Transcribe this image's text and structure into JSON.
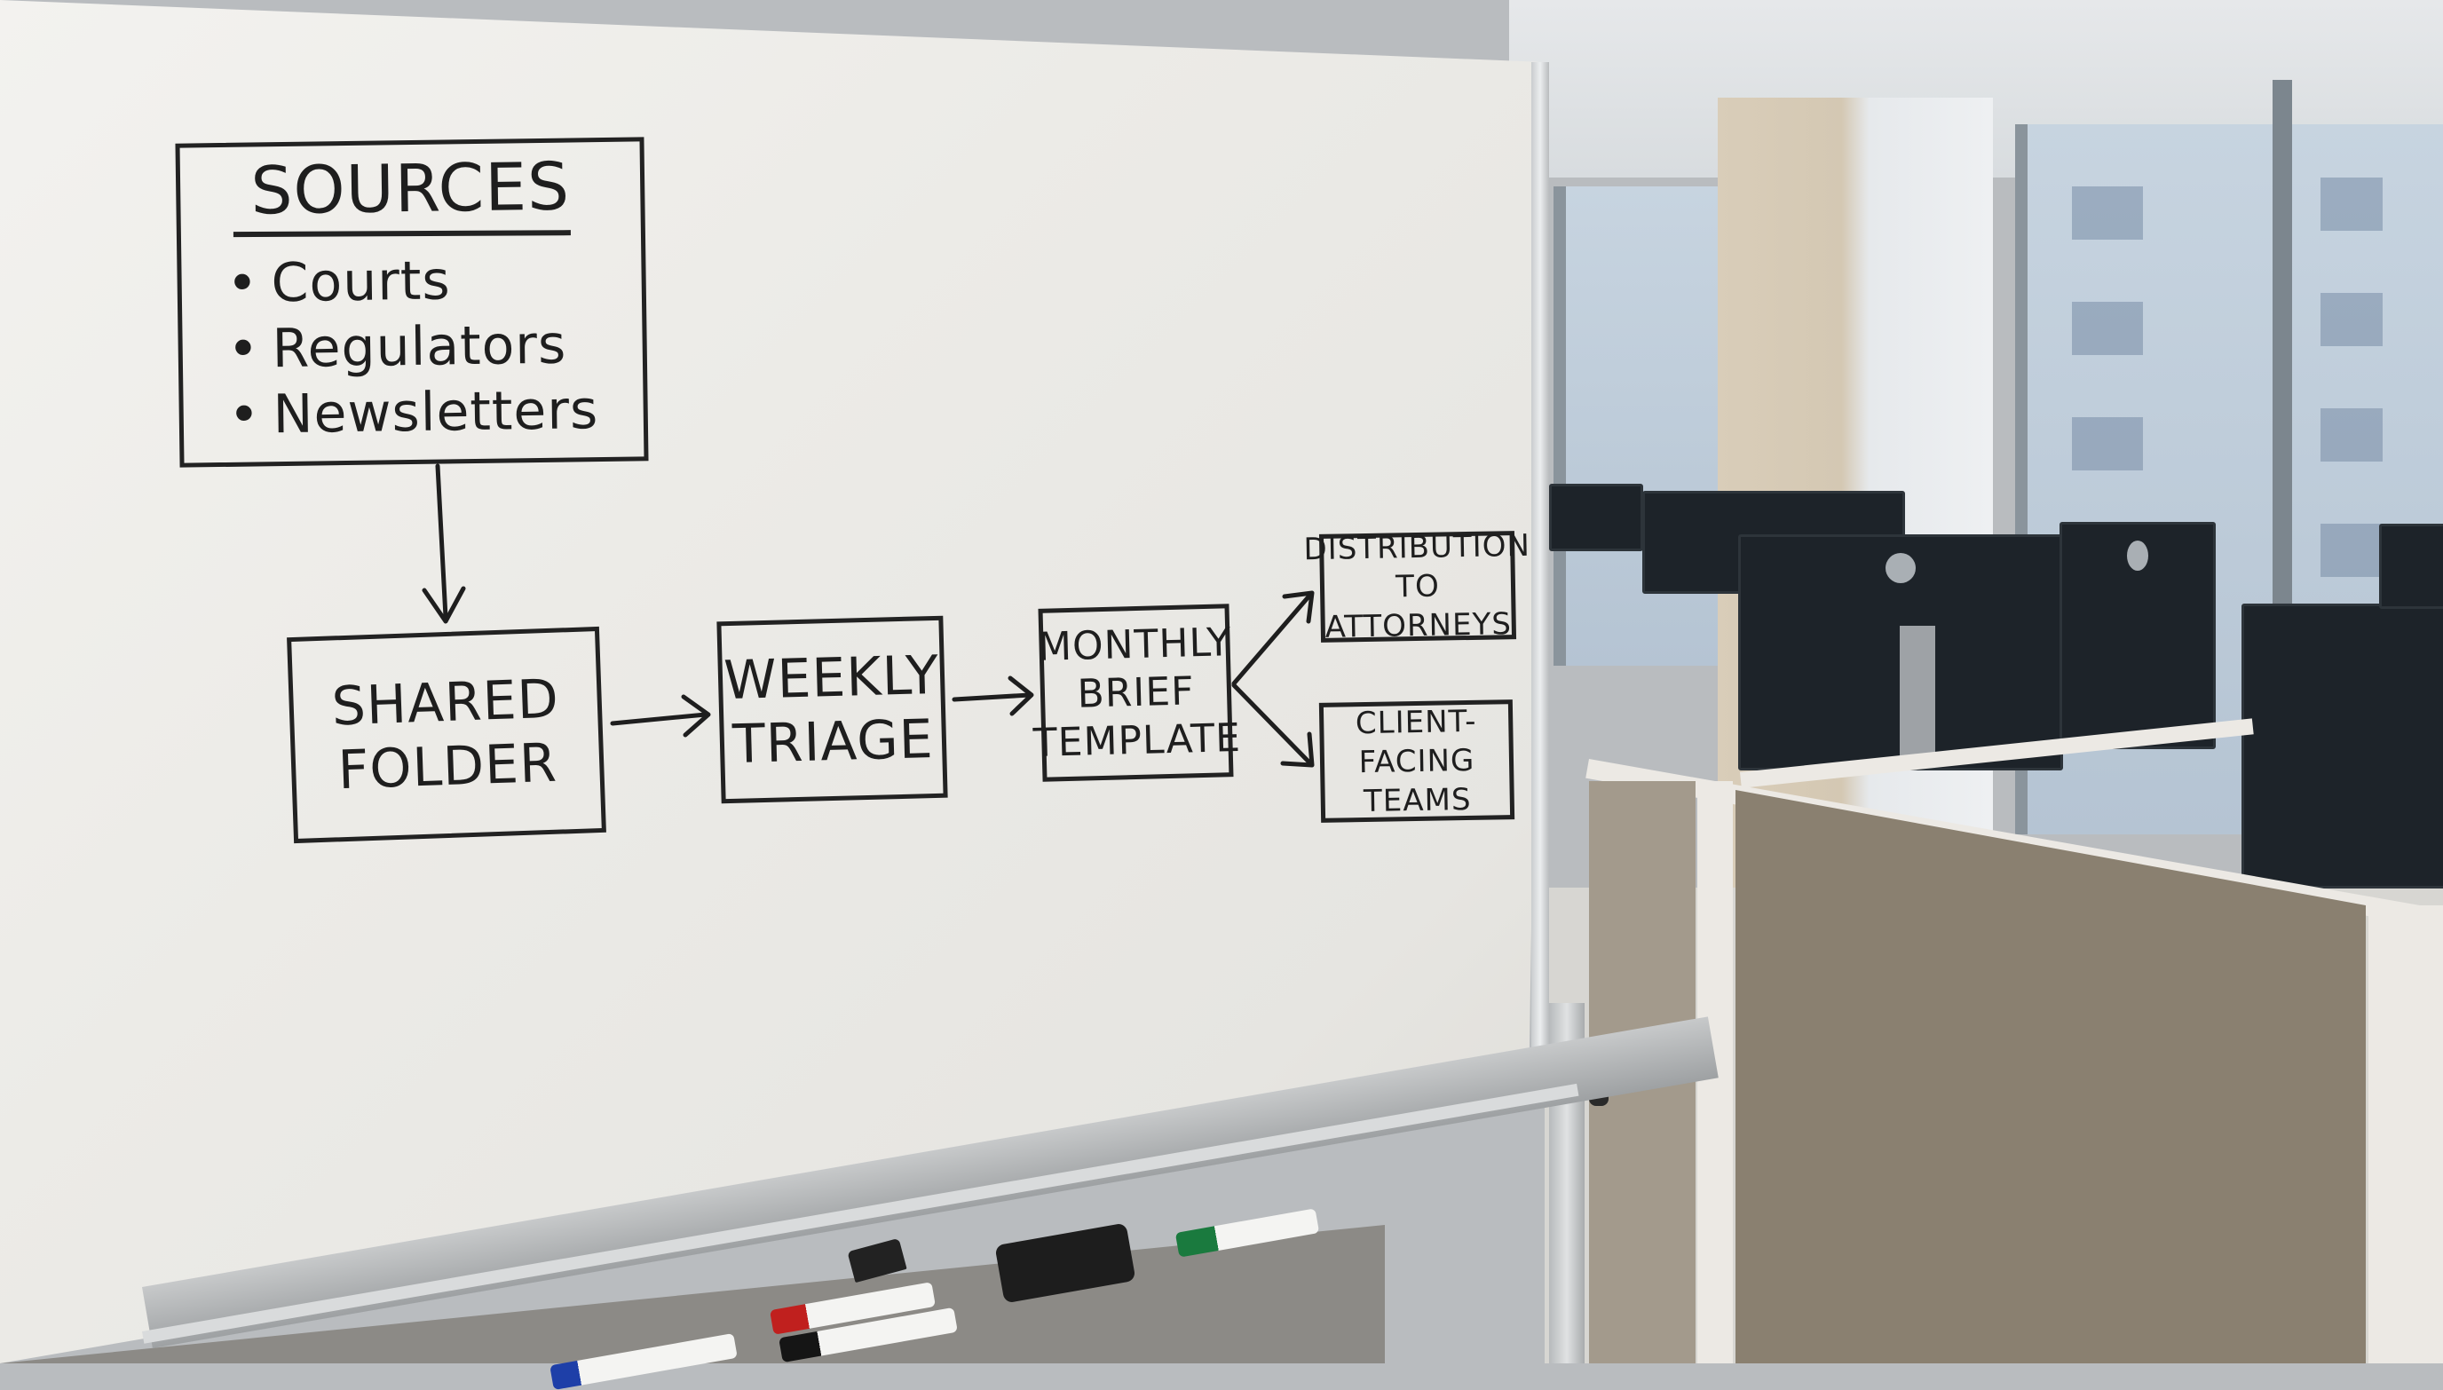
{
  "scene": {
    "description": "Whiteboard in an office with a hand-drawn workflow diagram; cubicles and monitors in background",
    "colors": {
      "board": "#ecebe7",
      "ink": "#1e1e1e",
      "frame": "#c9ccce",
      "cubicle": "#8a8070",
      "monitor": "#1d2329",
      "window_sky": "#c7d4e0"
    }
  },
  "diagram": {
    "sources": {
      "title": "SOURCES",
      "items": [
        "Courts",
        "Regulators",
        "Newsletters"
      ]
    },
    "nodes": [
      {
        "id": "shared-folder",
        "lines": [
          "SHARED",
          "FOLDER"
        ]
      },
      {
        "id": "weekly-triage",
        "lines": [
          "WEEKLY",
          "TRIAGE"
        ]
      },
      {
        "id": "monthly-brief-template",
        "lines": [
          "MONTHLY",
          "BRIEF",
          "TEMPLATE"
        ]
      },
      {
        "id": "distribution-to-attorneys",
        "lines": [
          "DISTRIBUTION",
          "TO ATTORNEYS"
        ]
      },
      {
        "id": "client-facing-teams",
        "lines": [
          "CLIENT-FACING",
          "TEAMS"
        ]
      }
    ],
    "edges": [
      {
        "from": "sources",
        "to": "shared-folder"
      },
      {
        "from": "shared-folder",
        "to": "weekly-triage"
      },
      {
        "from": "weekly-triage",
        "to": "monthly-brief-template"
      },
      {
        "from": "monthly-brief-template",
        "to": "distribution-to-attorneys"
      },
      {
        "from": "monthly-brief-template",
        "to": "client-facing-teams"
      }
    ]
  },
  "tray_items": [
    {
      "type": "marker",
      "color": "#1a7a3e",
      "label": "green-marker"
    },
    {
      "type": "eraser",
      "color": "#1d1d1d",
      "label": "eraser"
    },
    {
      "type": "marker",
      "color": "#c0201e",
      "label": "red-marker"
    },
    {
      "type": "marker",
      "color": "#151515",
      "label": "black-marker"
    },
    {
      "type": "marker",
      "color": "#1e3fa8",
      "label": "blue-marker"
    }
  ]
}
